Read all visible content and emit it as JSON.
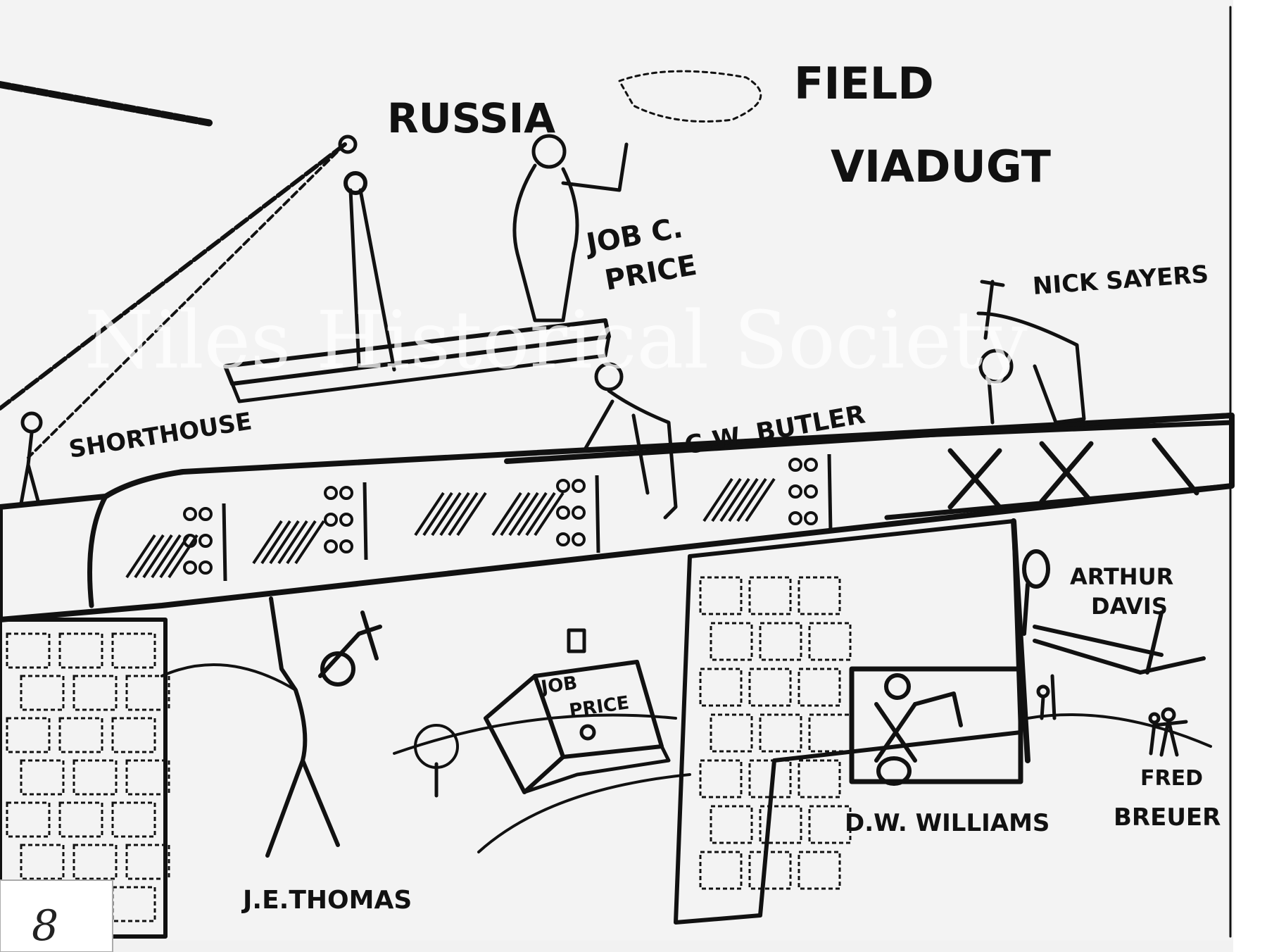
{
  "title": {
    "line1": "RUSSIA",
    "line2": "FIELD",
    "line3": "VIADUGT"
  },
  "labels": {
    "job_c_price_1": "JOB C.",
    "job_c_price_2": "PRICE",
    "nick_sayers": "NICK SAYERS",
    "cw_butler": "C.W. BUTLER",
    "shorthouse": "SHORTHOUSE",
    "arthur_davis_1": "ARTHUR",
    "arthur_davis_2": "DAVIS",
    "dw_williams": "D.W. WILLIAMS",
    "fred_breuer_1": "FRED",
    "fred_breuer_2": "BREUER",
    "je_thomas": "J.E.THOMAS",
    "house_1": "JOB",
    "house_2": "PRICE"
  },
  "watermark": "Niles Historical Society",
  "corner_number": "8",
  "colors": {
    "ink": "#111111",
    "paper": "#f1f1f1"
  }
}
